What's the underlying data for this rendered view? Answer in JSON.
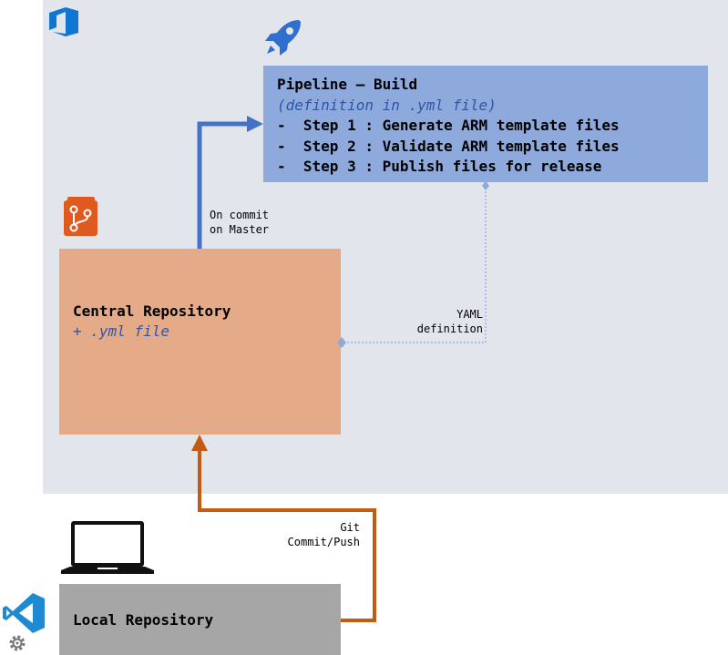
{
  "pipeline": {
    "title": "Pipeline – Build",
    "subtitle": "(definition in .yml file)",
    "steps": [
      "-  Step 1 : Generate ARM template files",
      "-  Step 2 : Validate ARM template files",
      "-  Step 3 : Publish files for release"
    ]
  },
  "central_repo": {
    "title": "Central Repository",
    "subtitle": "+ .yml file"
  },
  "local_repo": {
    "title": "Local Repository"
  },
  "connectors": {
    "commit_label_1": "On commit",
    "commit_label_2": "on Master",
    "yaml_label_1": "YAML",
    "yaml_label_2": "definition",
    "git_label_1": "Git",
    "git_label_2": "Commit/Push"
  },
  "colors": {
    "devops_area": "#e3e5ec",
    "pipeline_box": "#8ea9db",
    "central_repo_box": "#e5ab88",
    "local_repo_box": "#a6a6a6",
    "commit_arrow": "#4472c4",
    "push_arrow": "#c55a11",
    "yaml_link": "#8ea9db"
  },
  "icons": {
    "devops": "azure-devops-icon",
    "pipelines": "azure-pipelines-icon",
    "repos": "azure-repos-icon",
    "laptop": "laptop-icon",
    "vscode": "vscode-icon",
    "gear": "gear-icon"
  }
}
